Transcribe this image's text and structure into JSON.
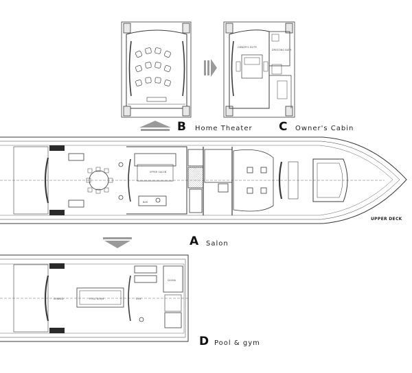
{
  "labels": {
    "a_letter": "A",
    "a_text": "Salon",
    "b_letter": "B",
    "b_text": "Home Theater",
    "c_letter": "C",
    "c_text": "Owner's Cabin",
    "d_letter": "D",
    "d_text": "Pool & gym"
  },
  "deck_label": "UPPER DECK",
  "room_labels": {
    "theater": "",
    "owners_suite": "OWNER'S SUITE",
    "dressing_bath": "DRESSING BATH",
    "upper_salon": "UPPER SALON",
    "bar": "BAR",
    "gym": "GYM",
    "pool_room": "POOL ROOM",
    "sunbed": "SUNBED",
    "sauna": "SAUNA"
  },
  "colors": {
    "line": "#3a3a3a",
    "grey_arrow": "#9a9a9a",
    "dark_fill": "#2a2a2a"
  }
}
